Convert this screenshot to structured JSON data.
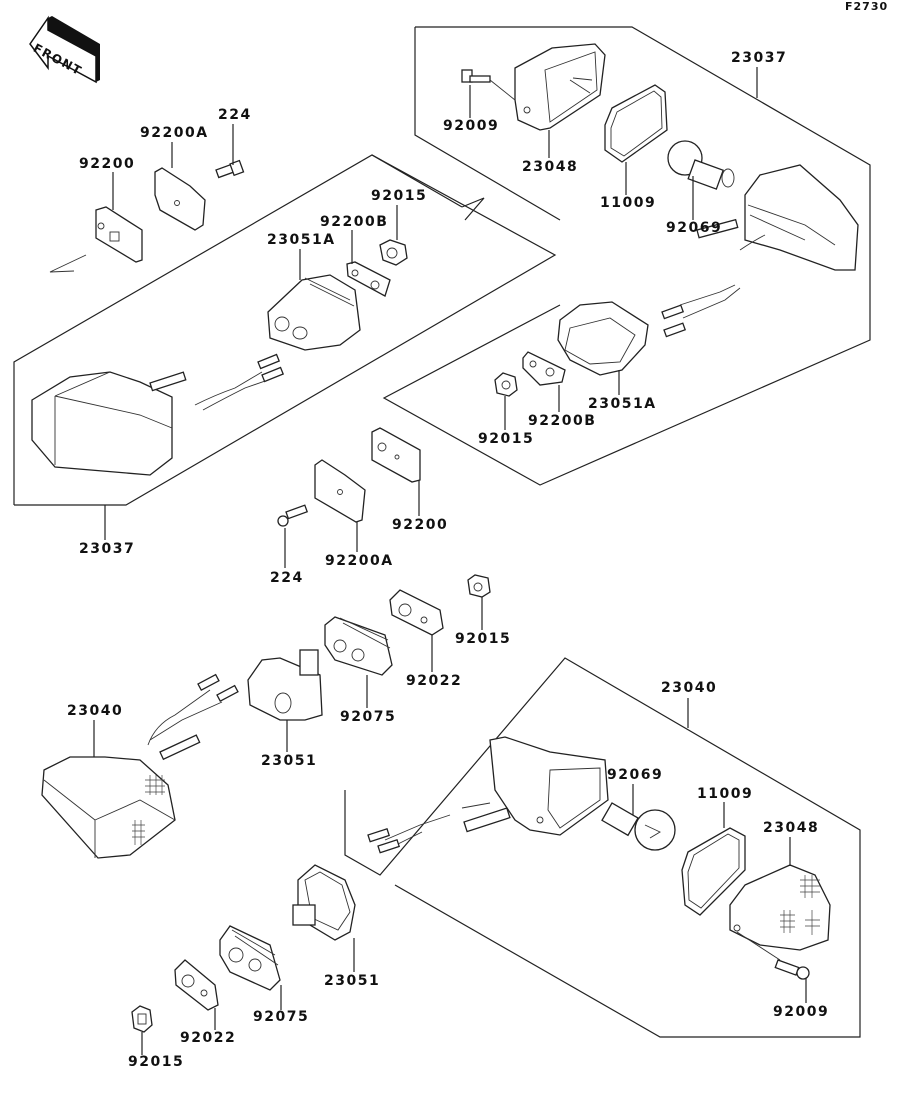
{
  "figure_code": "F2730",
  "front_arrow": {
    "label": "FRONT",
    "icon": "front-direction-arrow-icon"
  },
  "labels": {
    "top_left": {
      "p92200A": "92200A",
      "p224": "224",
      "p92200": "92200",
      "p92015": "92015",
      "p92200B": "92200B",
      "p23051A": "23051A",
      "p23037": "23037"
    },
    "top_right": {
      "p23037": "23037",
      "p92009": "92009",
      "p23048": "23048",
      "p11009": "11009",
      "p92069": "92069",
      "p23051A": "23051A",
      "p92200B": "92200B",
      "p92015": "92015"
    },
    "middle": {
      "p92200": "92200",
      "p224": "224",
      "p92200A": "92200A",
      "p92015": "92015",
      "p92022": "92022",
      "p92075": "92075",
      "p23051": "23051",
      "p23040": "23040"
    },
    "bottom_right": {
      "p23040": "23040",
      "p92069": "92069",
      "p11009": "11009",
      "p23048": "23048",
      "p92009": "92009",
      "p23051": "23051",
      "p92075": "92075",
      "p92022": "92022",
      "p92015": "92015"
    }
  }
}
